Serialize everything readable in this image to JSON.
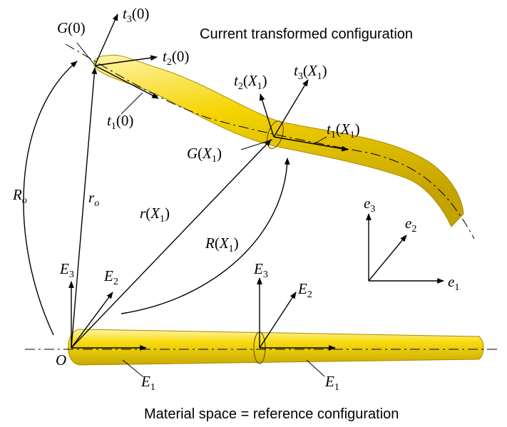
{
  "captions": {
    "current": "Current transformed configuration",
    "material": "Material space = reference configuration"
  },
  "colors": {
    "rod_fill": "#f5d400",
    "rod_highlight": "#fff2a0",
    "rod_edge": "#a88c00",
    "line": "#000000"
  },
  "labels": {
    "t3_0": {
      "sym": "t",
      "sub": "3",
      "arg": "(0)"
    },
    "t2_0": {
      "sym": "t",
      "sub": "2",
      "arg": "(0)"
    },
    "t1_0": {
      "sym": "t",
      "sub": "1",
      "arg": "(0)"
    },
    "G_0": {
      "sym": "G",
      "arg": "(0)"
    },
    "t2_X1": {
      "sym": "t",
      "sub": "2",
      "arg_open": "(",
      "arg_sym": "X",
      "arg_sub": "1",
      "arg_close": ")"
    },
    "t3_X1": {
      "sym": "t",
      "sub": "3",
      "arg_open": "(",
      "arg_sym": "X",
      "arg_sub": "1",
      "arg_close": ")"
    },
    "t1_X1": {
      "sym": "t",
      "sub": "1",
      "arg_open": "(",
      "arg_sym": "X",
      "arg_sub": "1",
      "arg_close": ")"
    },
    "G_X1": {
      "sym": "G",
      "arg_open": "(",
      "arg_sym": "X",
      "arg_sub": "1",
      "arg_close": ")"
    },
    "r_X1": {
      "sym": "r",
      "arg_open": "(",
      "arg_sym": "X",
      "arg_sub": "1",
      "arg_close": ")"
    },
    "R_X1": {
      "sym": "R",
      "arg_open": "(",
      "arg_sym": "X",
      "arg_sub": "1",
      "arg_close": ")"
    },
    "R_o": {
      "sym": "R",
      "sub": "o"
    },
    "r_o": {
      "sym": "r",
      "sub": "o"
    },
    "O": {
      "sym": "O"
    },
    "E1_a": {
      "sym": "E",
      "sub": "1"
    },
    "E2_a": {
      "sym": "E",
      "sub": "2"
    },
    "E3_a": {
      "sym": "E",
      "sub": "3"
    },
    "E1_b": {
      "sym": "E",
      "sub": "1"
    },
    "E2_b": {
      "sym": "E",
      "sub": "2"
    },
    "E3_b": {
      "sym": "E",
      "sub": "3"
    },
    "e1": {
      "sym": "e",
      "sub": "1"
    },
    "e2": {
      "sym": "e",
      "sub": "2"
    },
    "e3": {
      "sym": "e",
      "sub": "3"
    }
  }
}
